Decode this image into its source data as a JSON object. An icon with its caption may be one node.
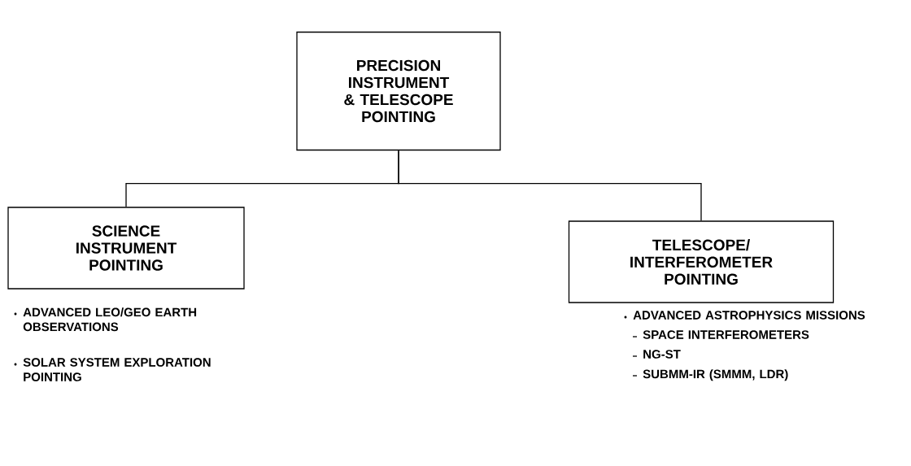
{
  "diagram": {
    "nodes": [
      {
        "text": [
          "PRECISION INSTRUMENT & TELESCOPE POINTING"
        ]
      },
      {
        "text": [
          "SCIENCE INSTRUMENT POINTING"
        ],
        "beside": [
          "ADVANCED LEO/GEO EARTH OBSERVATIONS",
          "SOLAR SYSTEM EXPLORATION POINTING"
        ]
      },
      {
        "text": [
          "TELESCOPE/ INTERFEROMETER POINTING"
        ],
        "beside": [
          "ADVANCED ASTROPHYSICS MISSIONS",
          "SPACE INTERFEROMETERS",
          "NG-ST",
          "SUBMM-IR (SMMM, LDR)"
        ]
      }
    ],
    "edges": [
      {
        "from": 0,
        "to": 1,
        "arrow": "none"
      },
      {
        "from": 0,
        "to": 2,
        "arrow": "none"
      }
    ]
  }
}
